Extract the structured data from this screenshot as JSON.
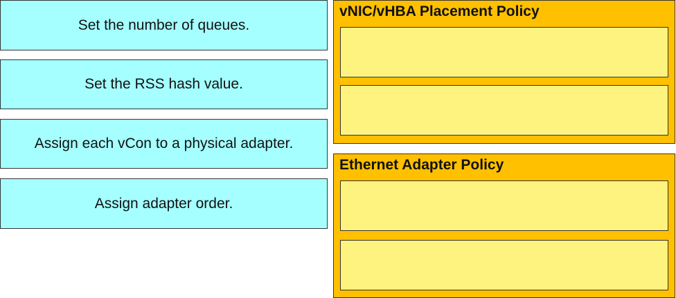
{
  "items": [
    {
      "label": "Set the number of queues."
    },
    {
      "label": "Set the RSS hash value."
    },
    {
      "label": "Assign each vCon to a physical adapter."
    },
    {
      "label": "Assign adapter order."
    }
  ],
  "targets": [
    {
      "title": "vNIC/vHBA Placement Policy"
    },
    {
      "title": "Ethernet Adapter Policy"
    }
  ],
  "colors": {
    "item_bg": "#a5ffff",
    "panel_bg": "#ffc000",
    "slot_bg": "#fff380"
  }
}
